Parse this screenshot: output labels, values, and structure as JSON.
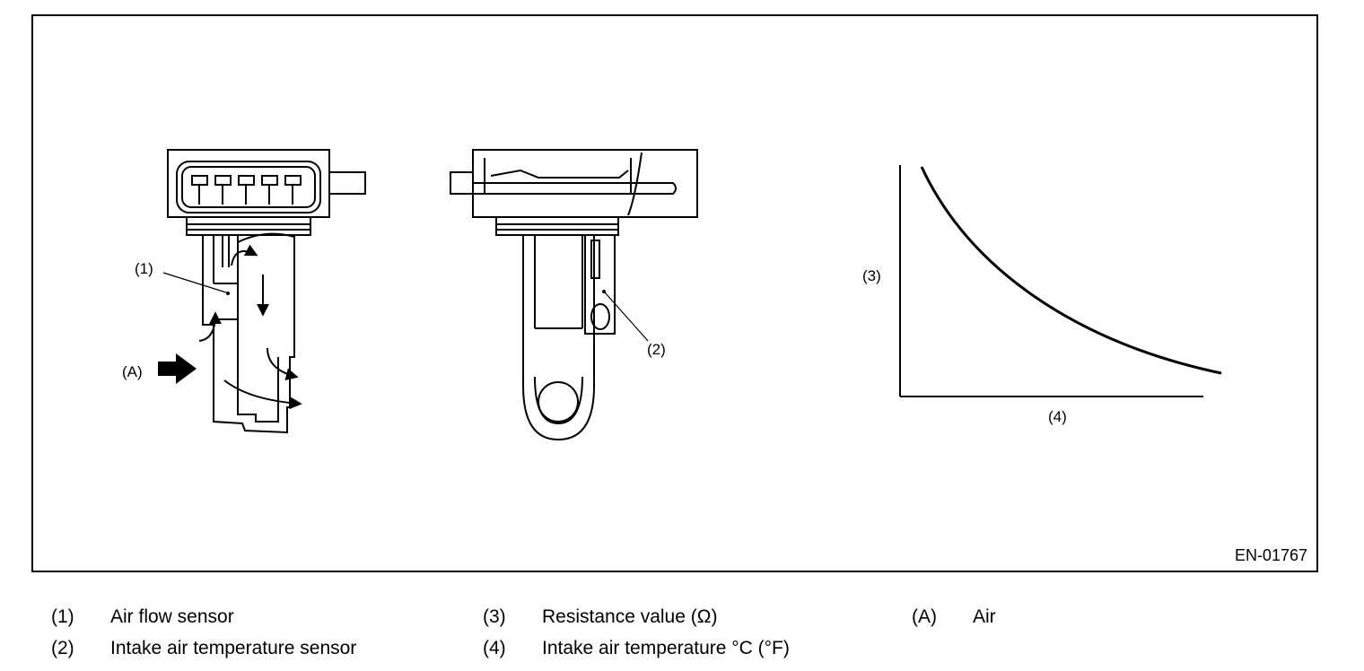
{
  "figure": {
    "id": "EN-01767",
    "callouts": {
      "air_flow_sensor": "(1)",
      "intake_temp_sensor": "(2)",
      "resistance_axis": "(3)",
      "temperature_axis": "(4)",
      "air": "(A)"
    }
  },
  "legend": [
    {
      "num": "(1)",
      "text": "Air flow sensor"
    },
    {
      "num": "(2)",
      "text": "Intake air temperature sensor"
    },
    {
      "num": "(3)",
      "text": "Resistance value (Ω)"
    },
    {
      "num": "(4)",
      "text": "Intake air temperature °C (°F)"
    },
    {
      "num": "(A)",
      "text": "Air"
    }
  ]
}
